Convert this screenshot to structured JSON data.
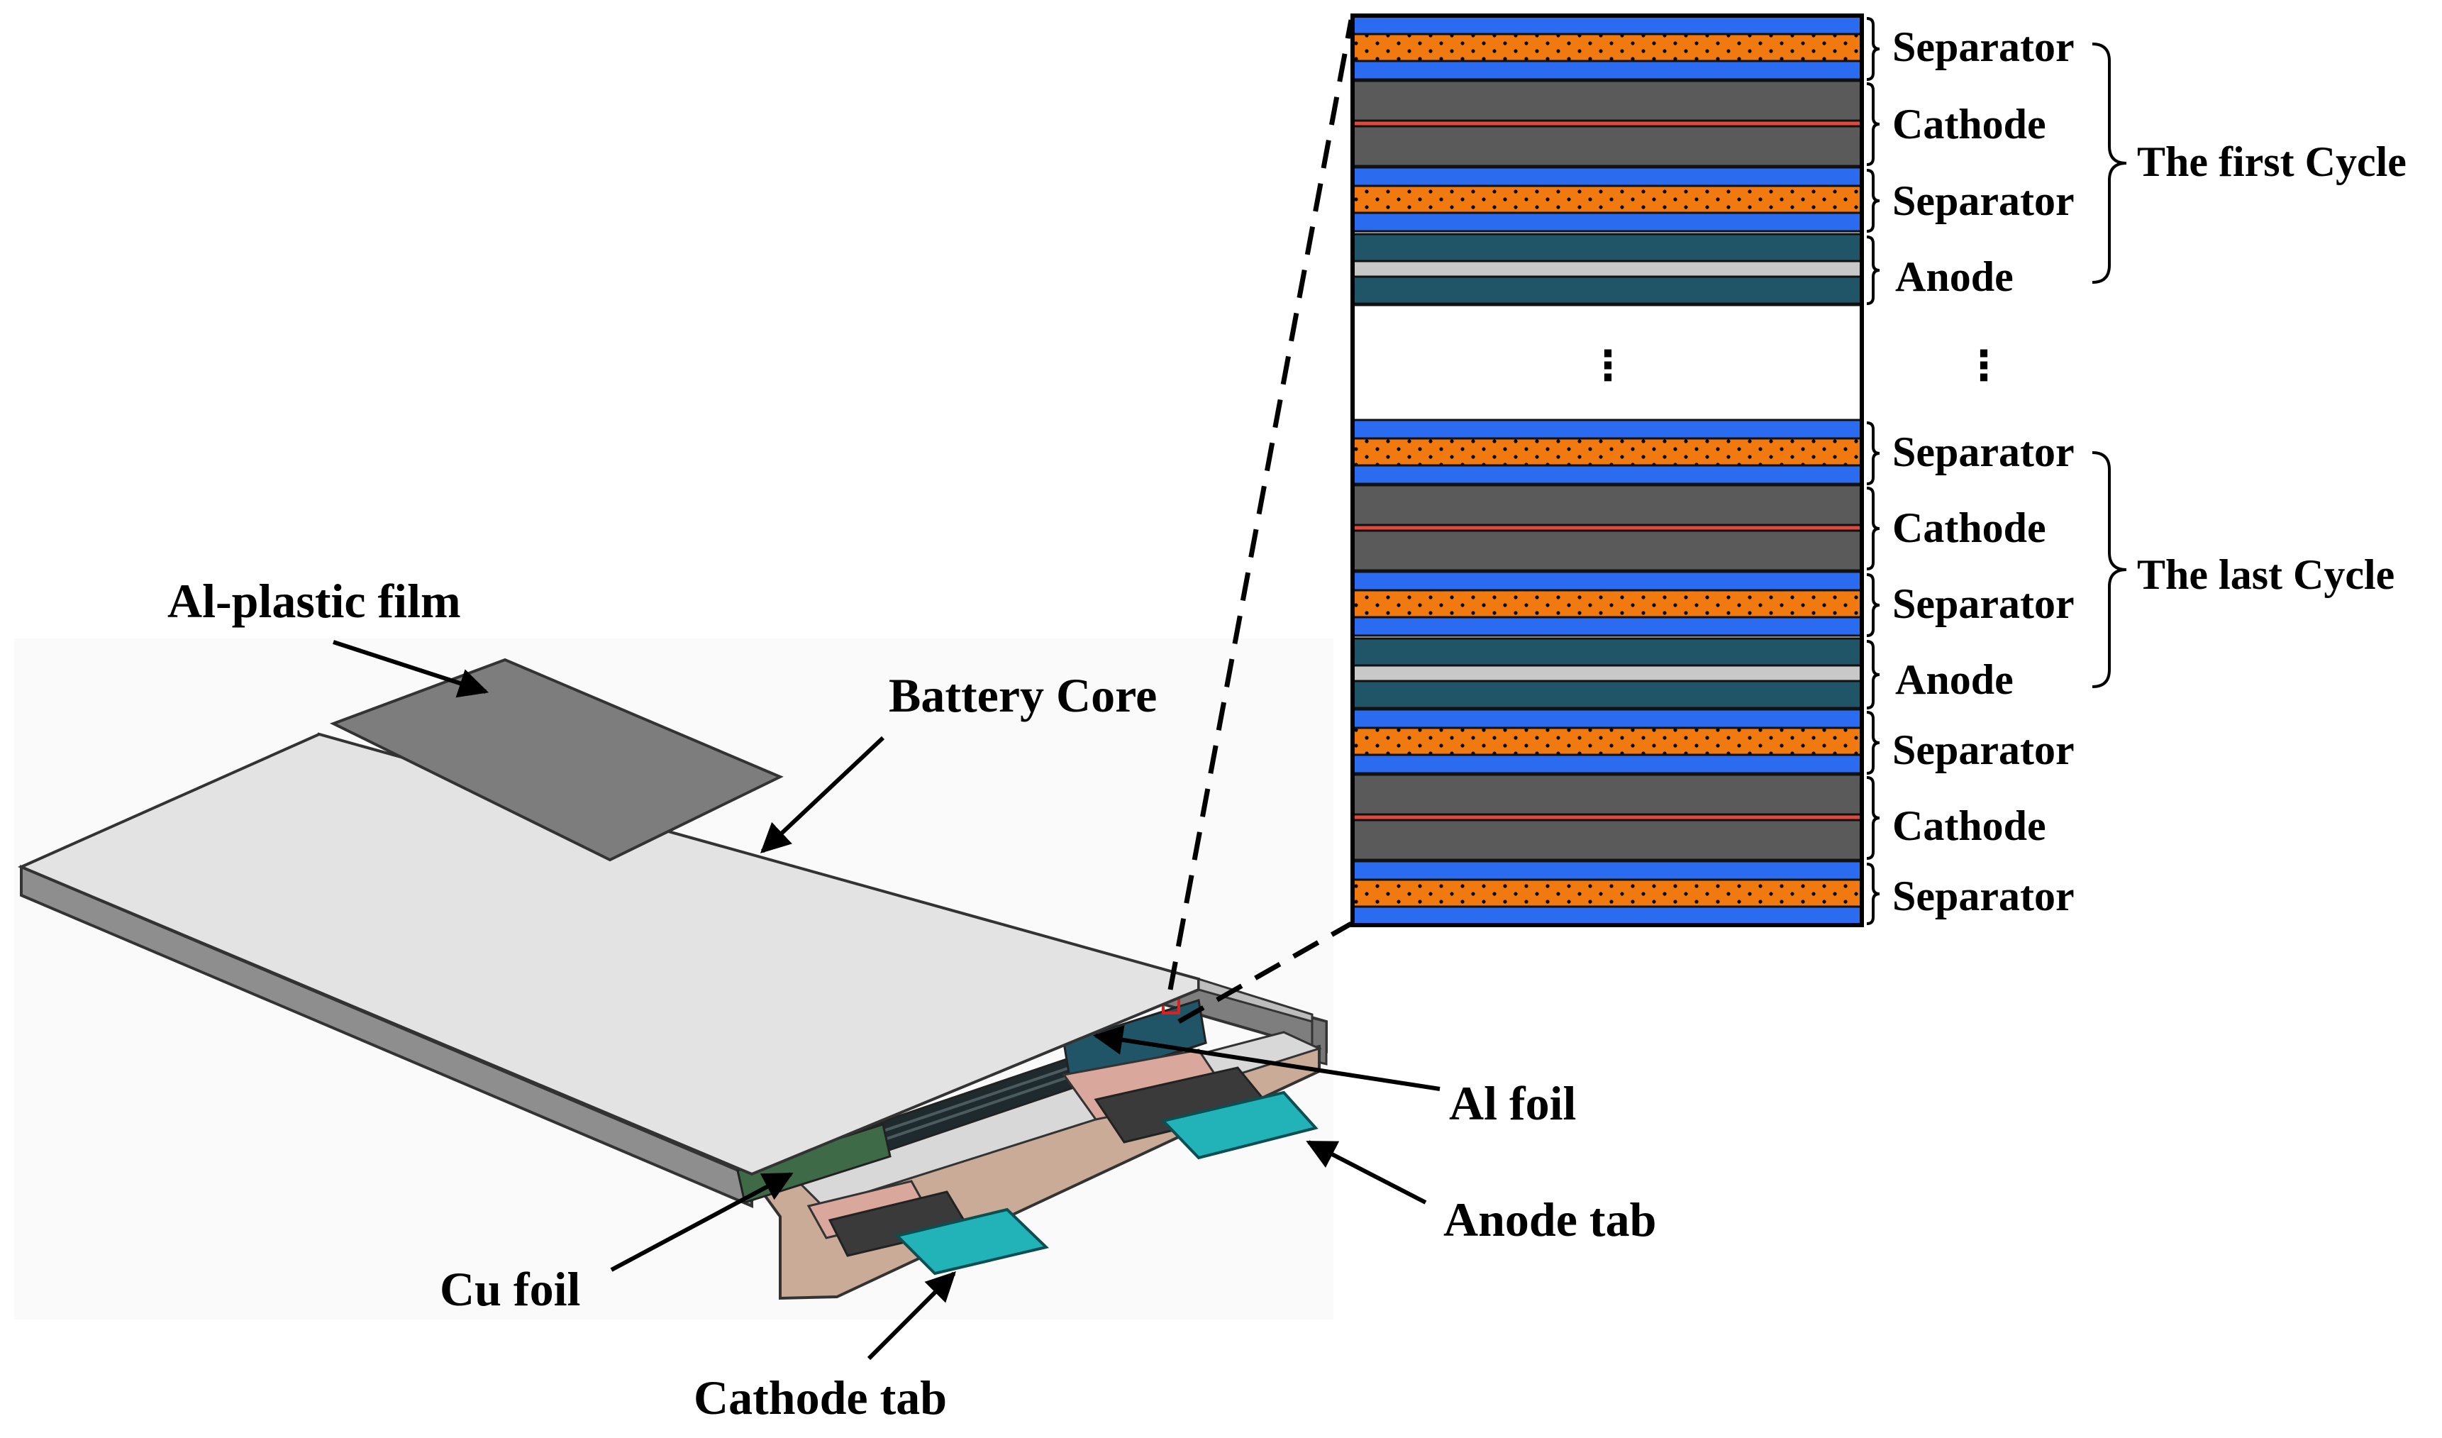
{
  "labels": {
    "al_plastic_film": "Al-plastic film",
    "battery_core": "Battery Core",
    "al_foil": "Al foil",
    "anode_tab": "Anode tab",
    "cu_foil": "Cu foil",
    "cathode_tab": "Cathode tab"
  },
  "layers": {
    "first_cycle": [
      "Separator",
      "Cathode",
      "Separator",
      "Anode"
    ],
    "last_cycle": [
      "Separator",
      "Cathode",
      "Separator",
      "Anode"
    ],
    "tail": [
      "Separator",
      "Cathode",
      "Separator"
    ]
  },
  "groups": {
    "first": "The first Cycle",
    "last": "The last Cycle"
  },
  "ellipsis": "⋮",
  "colors": {
    "separator_blue": "#2b6bf0",
    "separator_orange": "#f07a10",
    "cathode_gray": "#5a5a5a",
    "cathode_foil": "#e04a3a",
    "anode_teal": "#1f5566",
    "anode_foil": "#c8c8c8",
    "tab_cyan": "#22b3b8"
  }
}
